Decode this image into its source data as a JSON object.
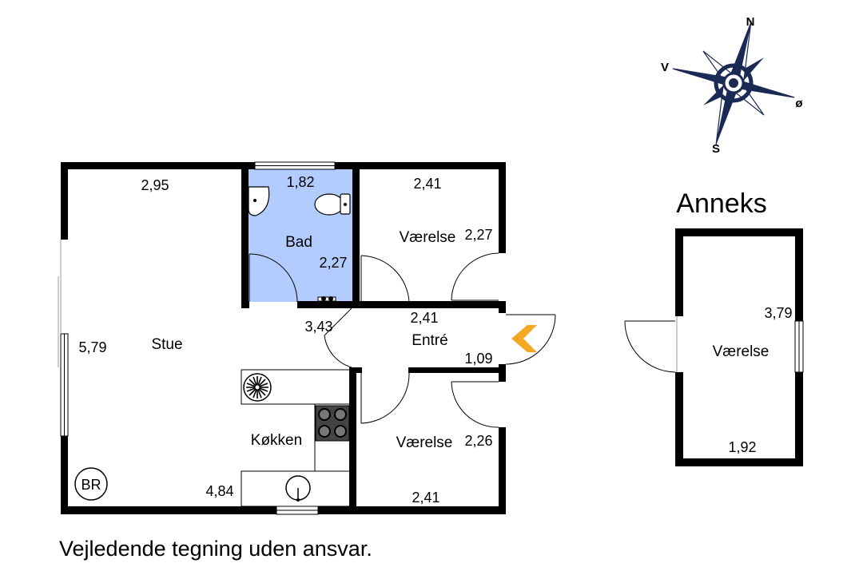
{
  "compass": {
    "north": "N",
    "south": "S",
    "west": "V",
    "east": "ø"
  },
  "annex_title": "Anneks",
  "disclaimer": "Vejledende tegning uden ansvar.",
  "rooms": {
    "stue": {
      "name": "Stue",
      "width": "2,95",
      "depth": "5,79",
      "notch": "3,43",
      "bottom": "4,84"
    },
    "bad": {
      "name": "Bad",
      "width": "1,82",
      "depth": "2,27",
      "color": "#b3ccff"
    },
    "vaerelse_top": {
      "name": "Værelse",
      "width": "2,41",
      "depth": "2,27"
    },
    "entre": {
      "name": "Entré",
      "width": "2,41",
      "depth": "1,09"
    },
    "vaerelse_bottom": {
      "name": "Værelse",
      "width": "2,41",
      "depth": "2,26"
    },
    "koekken": {
      "name": "Køkken"
    },
    "annex_room": {
      "name": "Værelse",
      "width": "1,92",
      "depth": "3,79"
    }
  },
  "markers": {
    "br": "BR"
  },
  "colors": {
    "entrance_arrow": "#f5a623",
    "compass_dark": "#1a2a55"
  },
  "icons": [
    "compass-rose-icon",
    "entrance-arrow-icon",
    "toilet-icon",
    "sink-icon",
    "stove-icon",
    "fan-icon",
    "faucet-icon"
  ]
}
